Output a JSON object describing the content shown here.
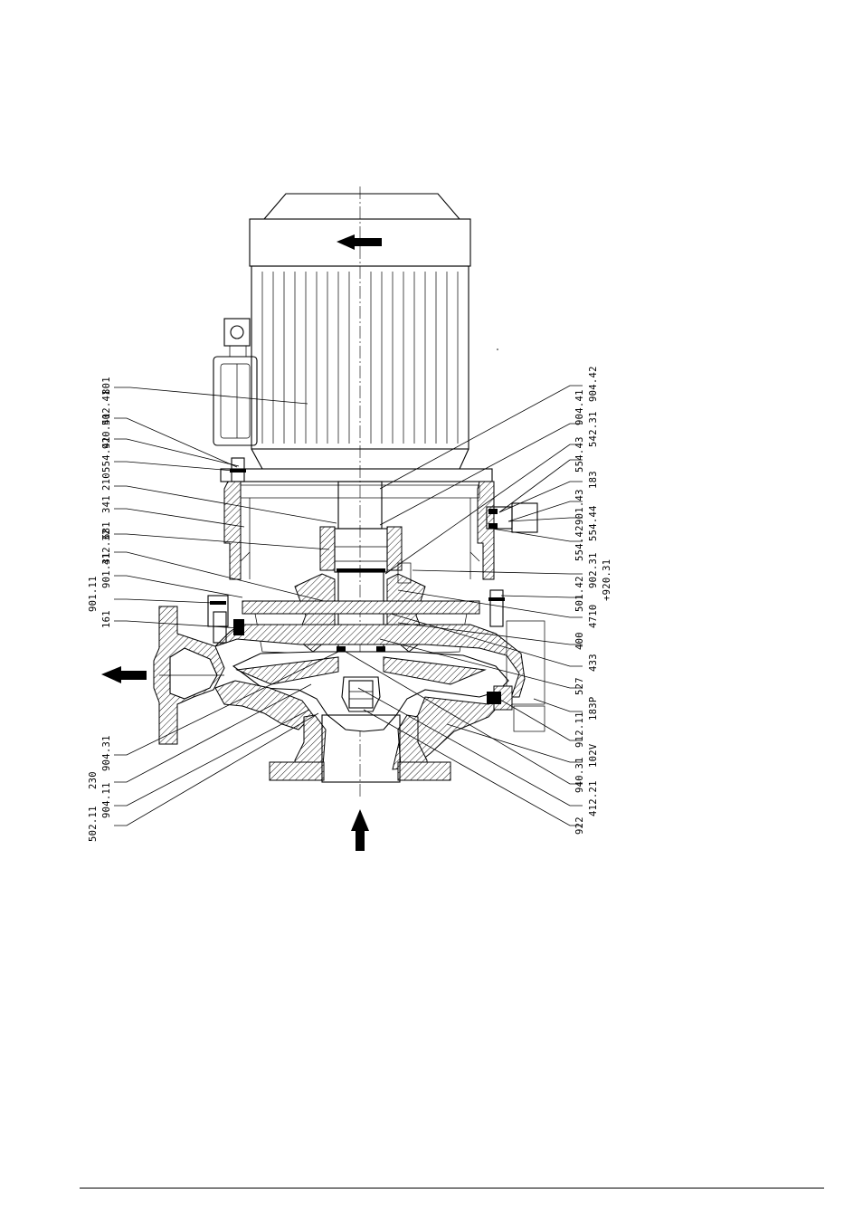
{
  "drawing": {
    "part_labels": [
      {
        "id": "801",
        "text": "801"
      },
      {
        "id": "502.41",
        "text": "502.41"
      },
      {
        "id": "920.41",
        "text": "920.41"
      },
      {
        "id": "554.41",
        "text": "554.41"
      },
      {
        "id": "210",
        "text": "210"
      },
      {
        "id": "341",
        "text": "341"
      },
      {
        "id": "681",
        "text": "681"
      },
      {
        "id": "412.32",
        "text": "412.32"
      },
      {
        "id": "901.31",
        "text": "901.31"
      },
      {
        "id": "901.11",
        "text": "901.11"
      },
      {
        "id": "161",
        "text": "161"
      },
      {
        "id": "904.31",
        "text": "904.31"
      },
      {
        "id": "230",
        "text": "230"
      },
      {
        "id": "904.11",
        "text": "904.11"
      },
      {
        "id": "502.11",
        "text": "502.11"
      },
      {
        "id": "904.42",
        "text": "904.42"
      },
      {
        "id": "904.41",
        "text": "904.41"
      },
      {
        "id": "542.31",
        "text": "542.31"
      },
      {
        "id": "554.43",
        "text": "554.43"
      },
      {
        "id": "183",
        "text": "183"
      },
      {
        "id": "901.43",
        "text": "901.43"
      },
      {
        "id": "554.44",
        "text": "554.44"
      },
      {
        "id": "554.42",
        "text": "554.42"
      },
      {
        "id": "902.31",
        "text": "902.31"
      },
      {
        "id": "920.31",
        "text": "+920.31"
      },
      {
        "id": "501.42",
        "text": "501.42"
      },
      {
        "id": "4710",
        "text": "4710"
      },
      {
        "id": "400",
        "text": "400"
      },
      {
        "id": "433",
        "text": "433"
      },
      {
        "id": "527",
        "text": "527"
      },
      {
        "id": "183P",
        "text": "183P"
      },
      {
        "id": "912.11",
        "text": "912.11"
      },
      {
        "id": "102V",
        "text": "102V"
      },
      {
        "id": "940.31",
        "text": "940.31"
      },
      {
        "id": "412.21",
        "text": "412.21"
      },
      {
        "id": "922",
        "text": "922"
      }
    ],
    "flow_arrows": [
      "motor-rotation",
      "discharge-outlet",
      "suction-inlet"
    ]
  }
}
